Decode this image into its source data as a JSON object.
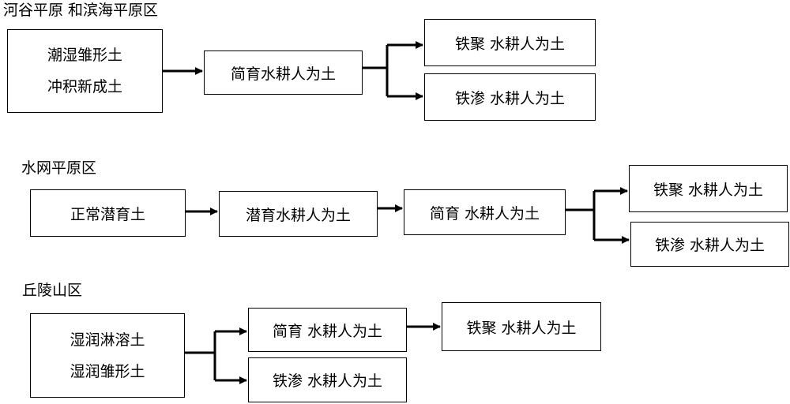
{
  "sections": {
    "valley": {
      "label": "河谷平原 和滨海平原区",
      "source": [
        "潮湿雏形土",
        "冲积新成土"
      ],
      "middle": "简育水耕人为土",
      "top": "铁聚 水耕人为土",
      "bottom": "铁渗 水耕人为土"
    },
    "water": {
      "label": "水网平原区",
      "box1": "正常潜育土",
      "box2": "潜育水耕人为土",
      "box3": "简育 水耕人为土",
      "top": "铁聚 水耕人为土",
      "bottom": "铁渗 水耕人为土"
    },
    "hill": {
      "label": "丘陵山区",
      "source": [
        "湿润淋溶土",
        "湿润雏形土"
      ],
      "top": "简育 水耕人为土",
      "bottom": "铁渗 水耕人为土",
      "right": "铁聚 水耕人为土"
    }
  }
}
